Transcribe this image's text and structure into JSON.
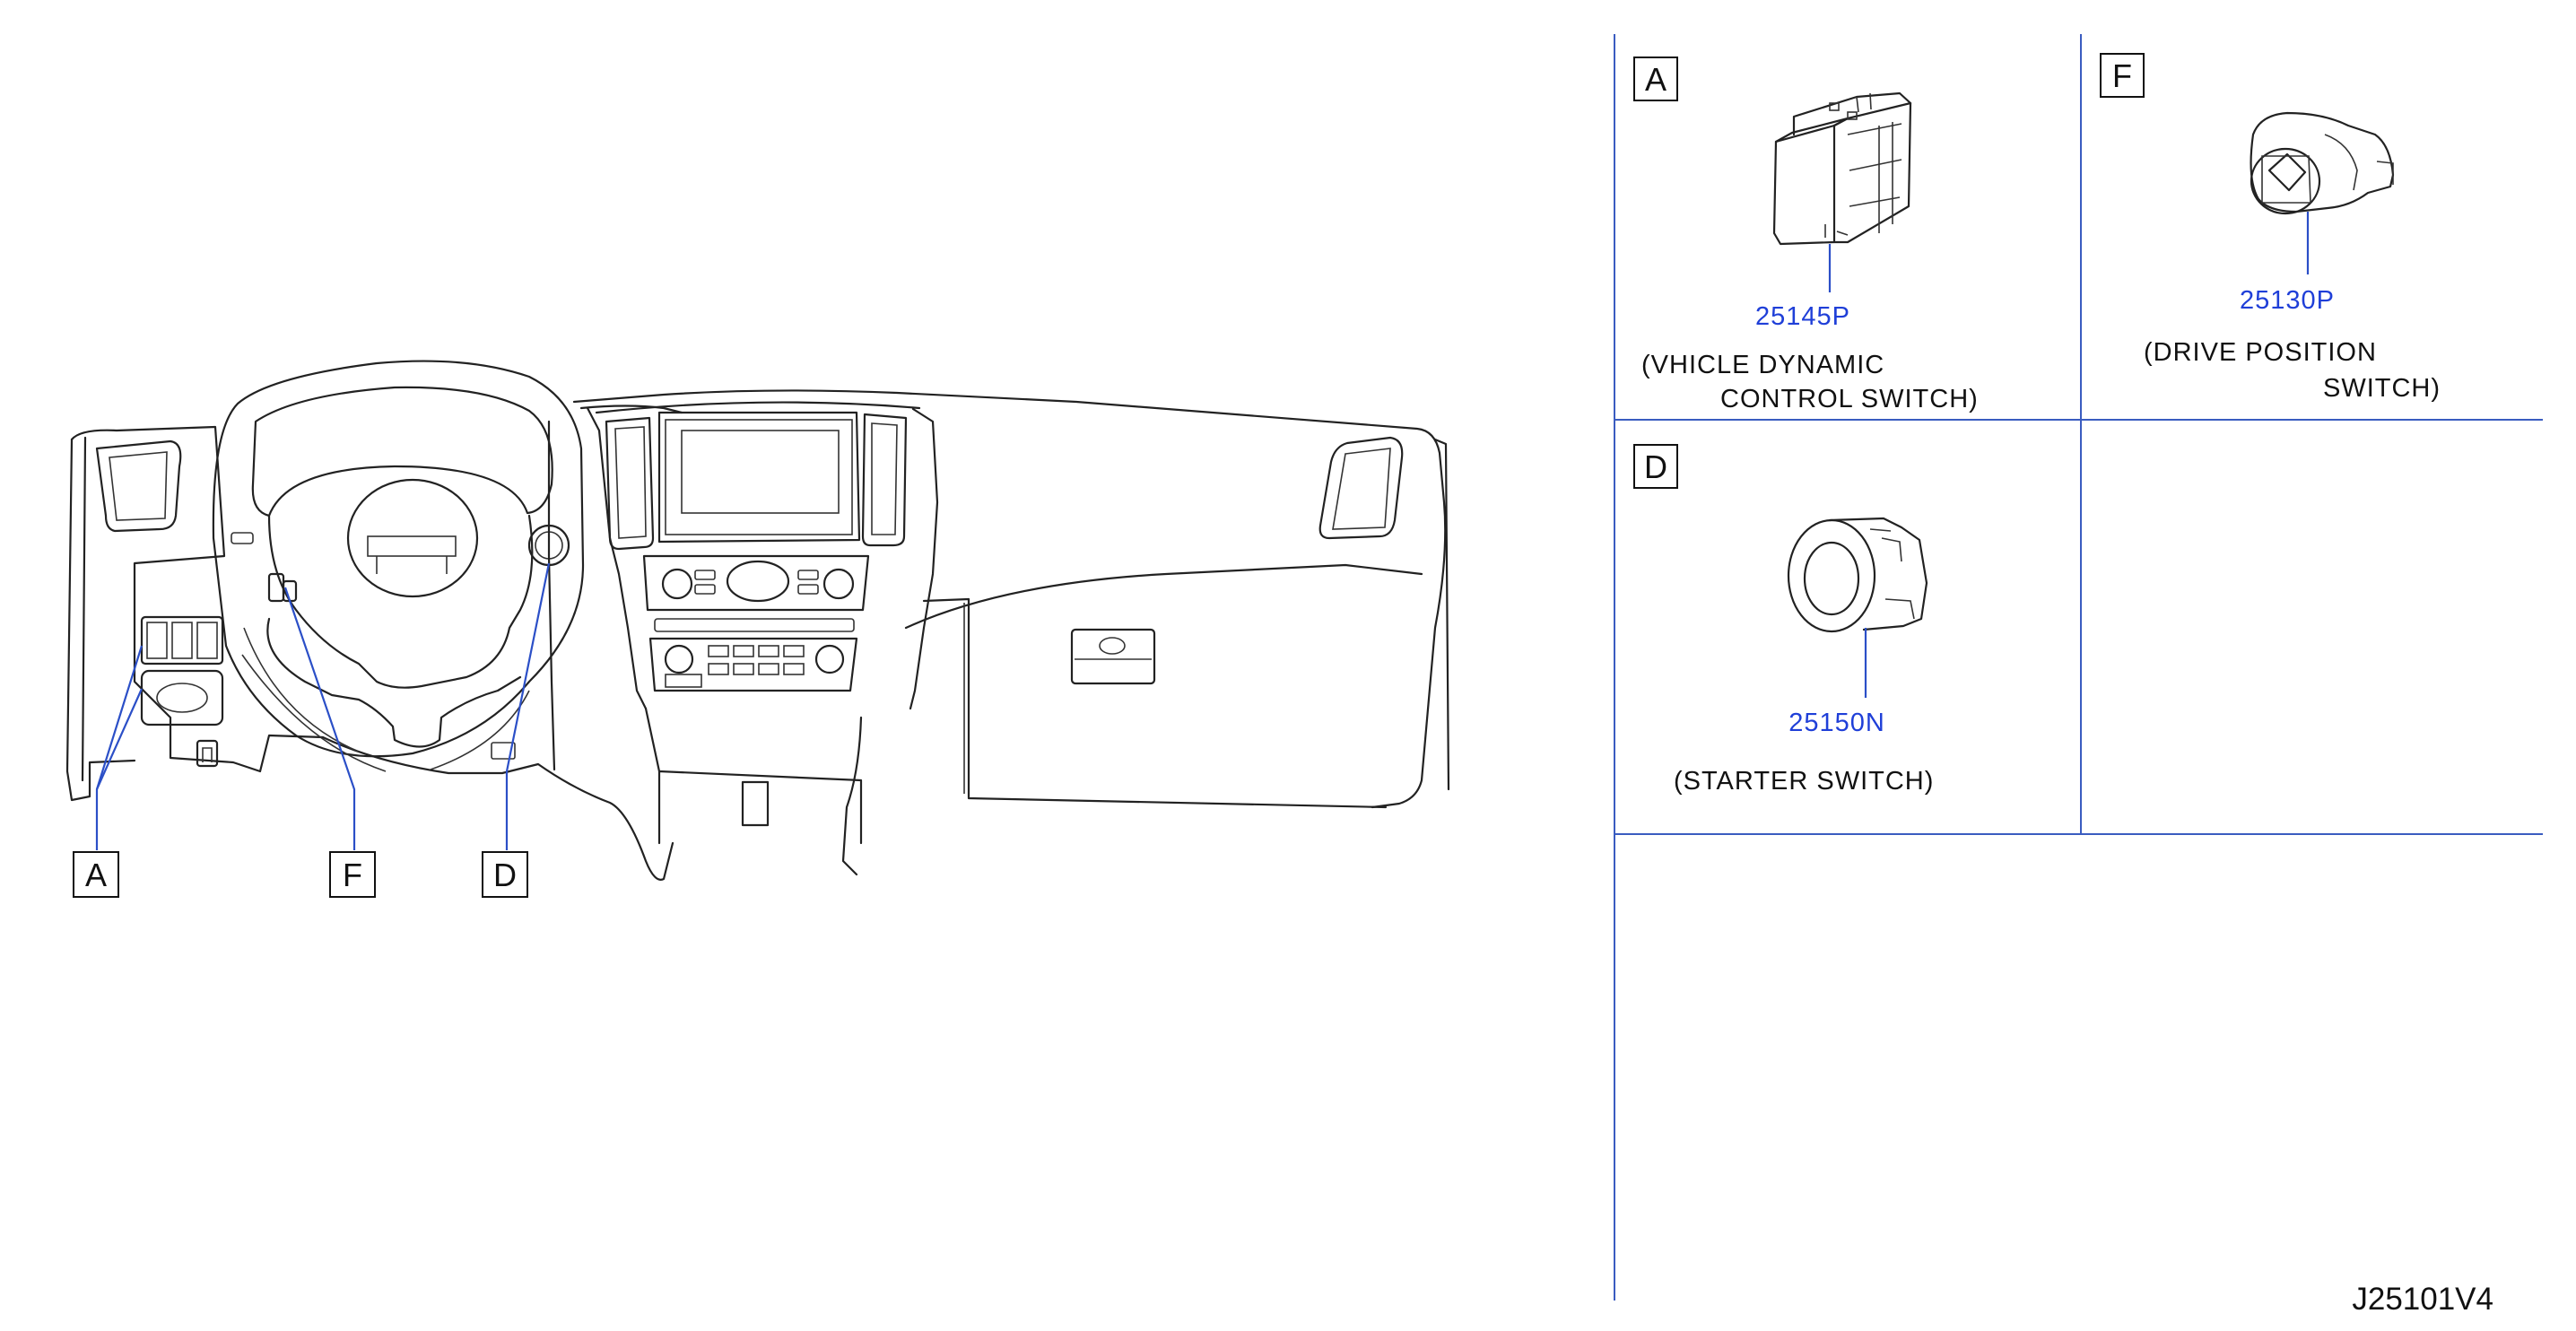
{
  "callouts": {
    "overview": [
      "A",
      "F",
      "D"
    ],
    "panel_a": "A",
    "panel_f": "F",
    "panel_d": "D"
  },
  "parts": {
    "vdc": {
      "number": "25145P",
      "desc_line1": "(VHICLE   DYNAMIC",
      "desc_line2": "CONTROL   SWITCH)"
    },
    "drive_position": {
      "number": "25130P",
      "desc_line1": "(DRIVE   POSITION",
      "desc_line2": "SWITCH)"
    },
    "starter": {
      "number": "25150N",
      "desc_line1": "(STARTER   SWITCH)"
    }
  },
  "diagram_code": "J25101V4",
  "colors": {
    "part_number": "#1f3fd8",
    "leader": "#2b4fc7",
    "grid": "#3a5cc0",
    "line": "#222222"
  }
}
